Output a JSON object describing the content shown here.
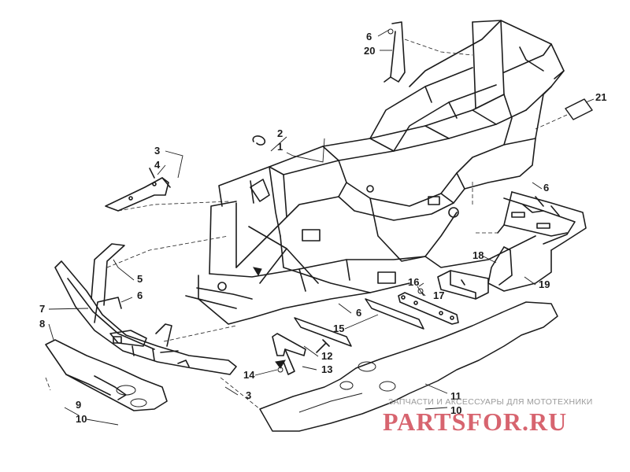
{
  "callouts": {
    "c1": "1",
    "c2": "2",
    "c3a": "3",
    "c4": "4",
    "c5": "5",
    "c6a": "6",
    "c6b": "6",
    "c6c": "6",
    "c6d": "6",
    "c7": "7",
    "c8": "8",
    "c9": "9",
    "c10a": "10",
    "c10b": "10",
    "c11": "11",
    "c12": "12",
    "c13": "13",
    "c14": "14",
    "c15": "15",
    "c16": "16",
    "c17": "17",
    "c18": "18",
    "c19": "19",
    "c20": "20",
    "c21": "21",
    "c3b": "3"
  },
  "watermark": {
    "caption": "ЗАПЧАСТИ И АКСЕССУАРЫ ДЛЯ МОТОТЕХНИКИ",
    "logo": "PARTSFOR.RU",
    "logo_color": "#d14a56"
  },
  "colors": {
    "line": "#1c1c1c",
    "background": "#ffffff"
  }
}
